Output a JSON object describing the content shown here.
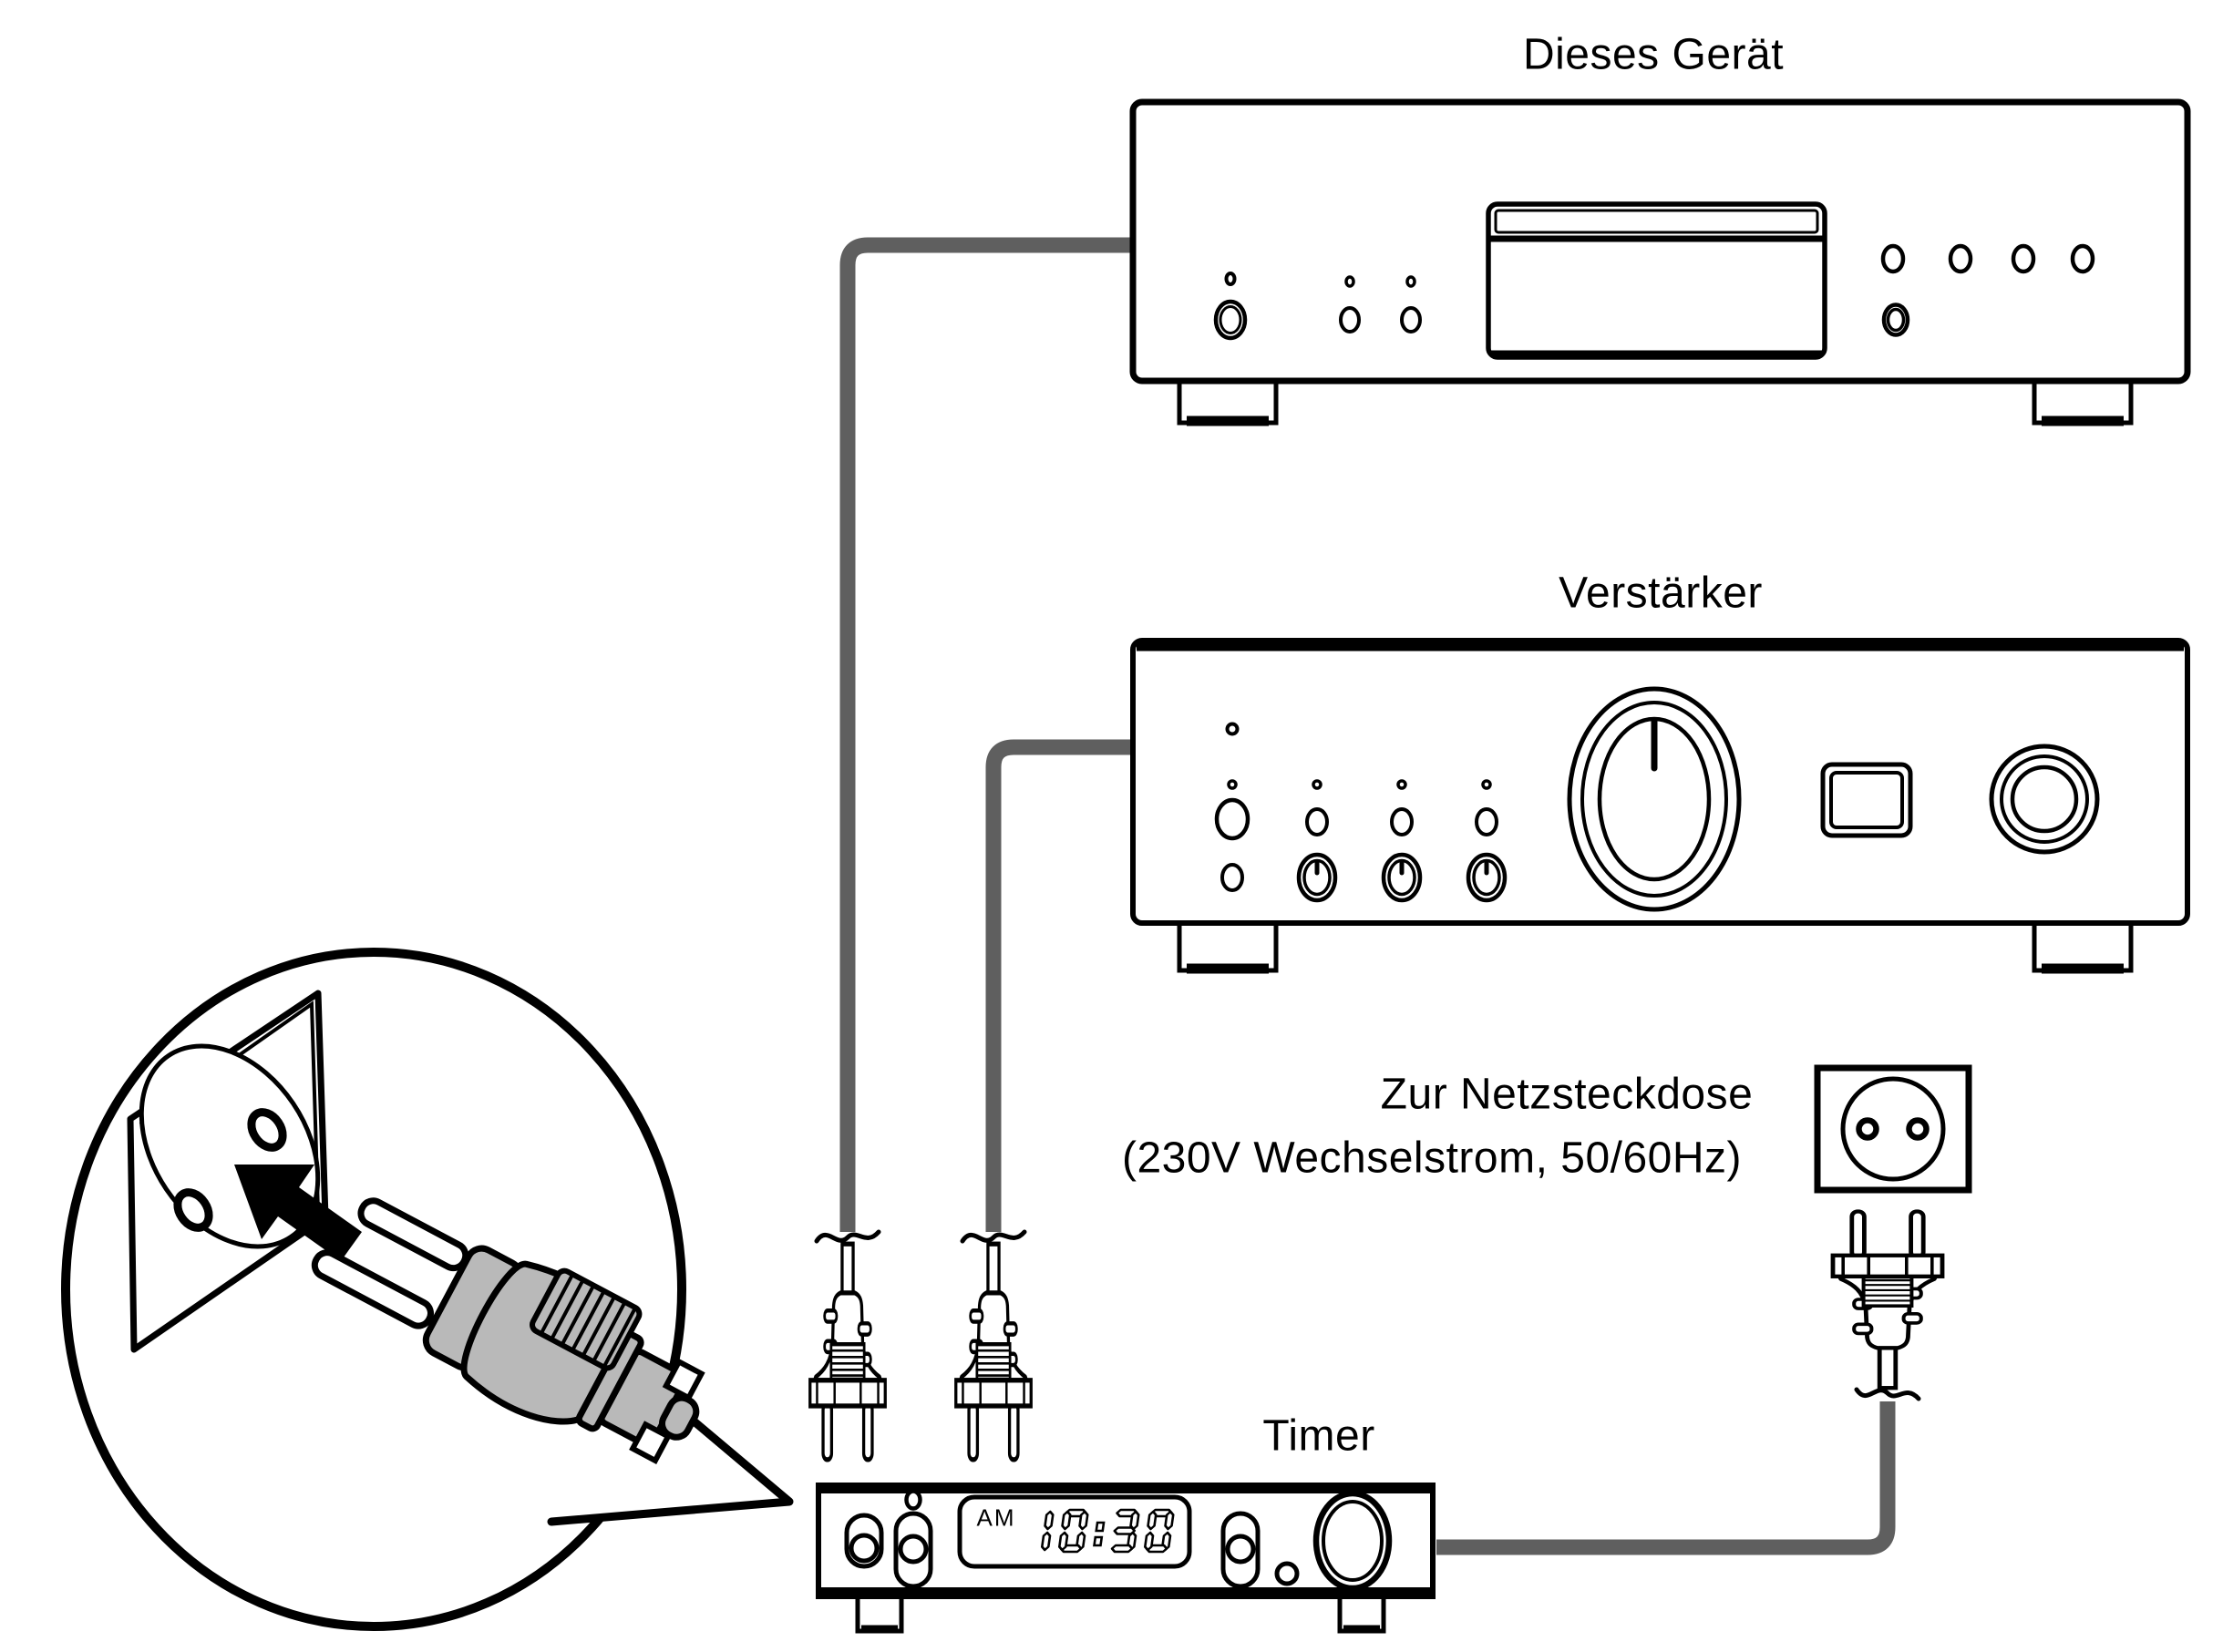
{
  "page": {
    "background": "#ffffff",
    "kind": "connection-diagram"
  },
  "devices": {
    "cd_player": {
      "label": "Dieses Gerät"
    },
    "amplifier": {
      "label": "Verstärker"
    },
    "timer": {
      "label": "Timer",
      "period": "AM",
      "time": "10:30"
    }
  },
  "outlet": {
    "line1": "Zur Netzsteckdose",
    "line2": "(230V Wechselstrom, 50/60Hz)"
  },
  "icons": {
    "outlet": "power-outlet-icon",
    "plug_down_left": "euro-plug-icon",
    "plug_down_right": "euro-plug-icon",
    "plug_up": "euro-plug-icon",
    "inset_plug": "schuko-plug-3d-icon",
    "inset_arrow": "insert-arrow-icon",
    "inset_socket": "wall-socket-icon"
  },
  "colors": {
    "line": "#000000",
    "cable": "#5f5f5f",
    "plug_fill": "#b9b9b9",
    "background": "#ffffff"
  }
}
